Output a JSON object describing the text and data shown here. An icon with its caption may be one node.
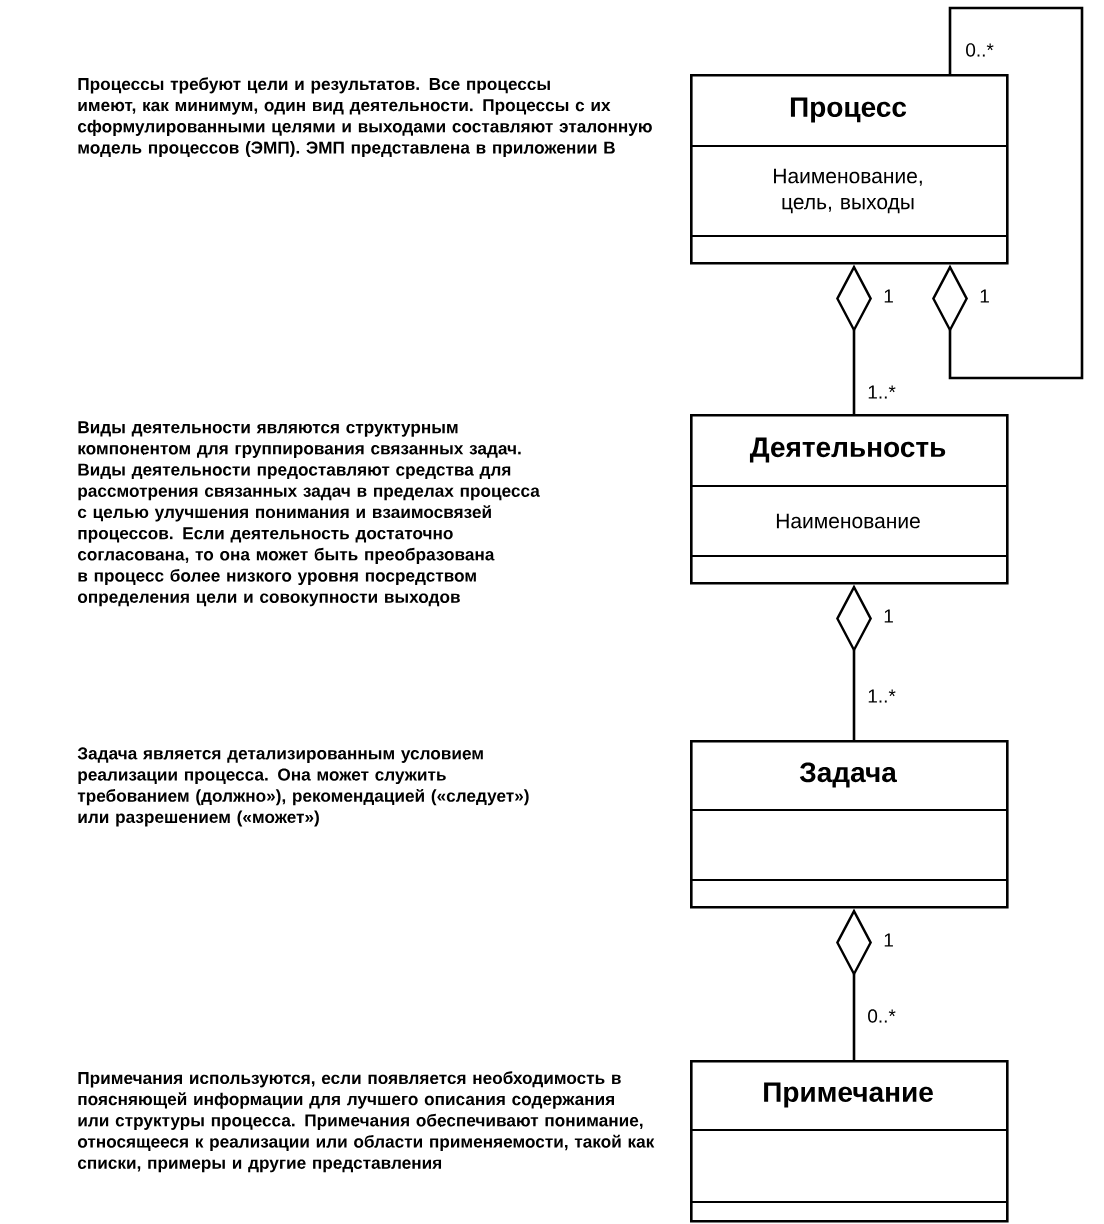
{
  "diagram": {
    "nodes": [
      {
        "text": [
          "Процесс",
          "Наименование, цель, выходы"
        ]
      },
      {
        "text": [
          "Деятельность",
          "Наименование"
        ]
      },
      {
        "text": [
          "Задача"
        ]
      },
      {
        "text": [
          "Примечание"
        ]
      }
    ],
    "edges": [
      {
        "from": 0,
        "to": 0,
        "arrow": "other"
      },
      {
        "from": 0,
        "to": 1,
        "arrow": "other"
      },
      {
        "from": 1,
        "to": 2,
        "arrow": "other"
      },
      {
        "from": 2,
        "to": 3,
        "arrow": "other"
      }
    ],
    "labels": [
      "0..*",
      "Процессы требуют цели и результатов. Все процессы имеют, как минимум, один вид деятельности. Процессы с их сформулированными целями и выходами составляют эталонную модель процессов (ЭМП). ЭМП представлена в приложении В",
      "1",
      "1",
      "1..*",
      "Виды деятельности являются структурным компонентом для группирования связанных задач. Виды деятельности предоставляют средства для рассмотрения связанных задач в пределах процесса с целью улучшения понимания и взаимосвязей процессов. Если деятельность достаточно согласована, то она может быть преобразована в процесс более низкого уровня посредством определения цели и совокупности выходов",
      "1",
      "1..*",
      "Задача является детализированным условием реализации процесса. Она может служить требованием (должно»), рекомендацией («следует») или разрешением («может»)",
      "1",
      "0..*",
      "Примечания используются, если появляется необходимость в поясняющей информации для лучшего описания содержания или структуры процесса. Примечания обеспечивают понимание, относящееся к реализации или области применяемости, такой как списки, примеры и другие представления"
    ]
  }
}
